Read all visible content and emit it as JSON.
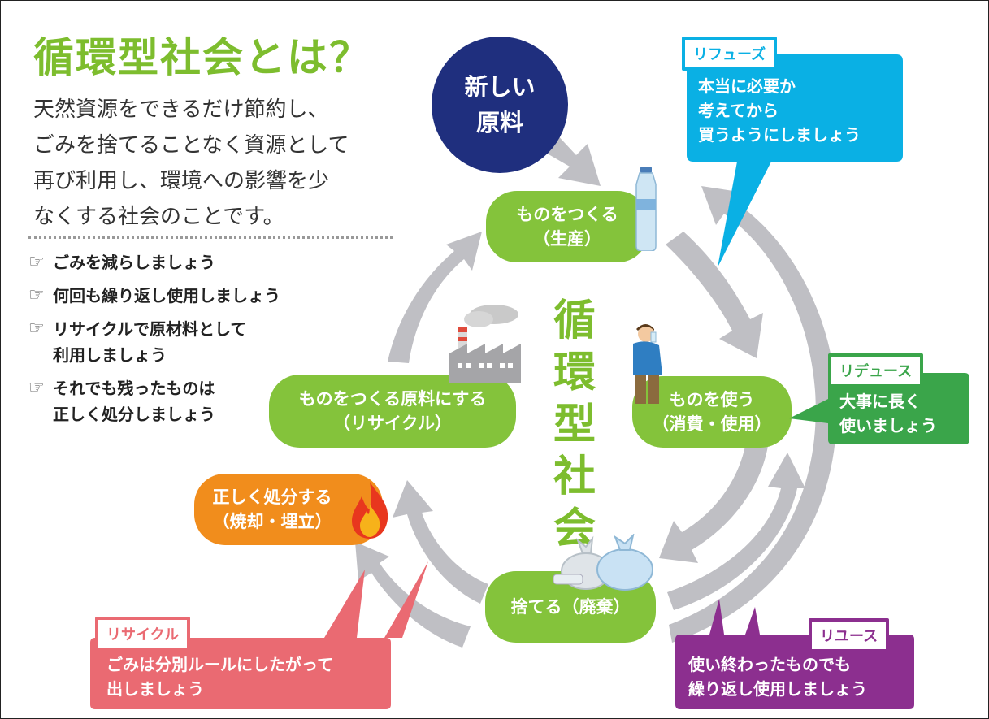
{
  "title": "循環型社会とは？",
  "lead": [
    "天然資源をできるだけ節約し、",
    "ごみを捨てることなく資源として",
    "再び利用し、環境への影響を少",
    "なくする社会のことです。"
  ],
  "tips": [
    {
      "lines": [
        "ごみを減らしましょう"
      ]
    },
    {
      "lines": [
        "何回も繰り返し使用しましょう"
      ]
    },
    {
      "lines": [
        "リサイクルで原材料として",
        "利用しましょう"
      ]
    },
    {
      "lines": [
        "それでも残ったものは",
        "正しく処分しましょう"
      ]
    }
  ],
  "center_title": [
    "循",
    "環",
    "型",
    "社",
    "会"
  ],
  "raw_material": [
    "新しい",
    "原料"
  ],
  "nodes": {
    "produce": [
      "ものをつくる",
      "（生産）"
    ],
    "use": [
      "ものを使う",
      "（消費・使用）"
    ],
    "dispose": [
      "捨てる（廃棄）"
    ],
    "recycle_material": [
      "ものをつくる原料にする",
      "（リサイクル）"
    ],
    "proper_disposal": [
      "正しく処分する",
      "（焼却・埋立）"
    ]
  },
  "callouts": {
    "refuse": {
      "tag": "リフューズ",
      "lines": [
        "本当に必要か",
        "考えてから",
        "買うようにしましょう"
      ]
    },
    "reduce": {
      "tag": "リデュース",
      "lines": [
        "大事に長く",
        "使いましょう"
      ]
    },
    "reuse": {
      "tag": "リユース",
      "lines": [
        "使い終わったものでも",
        "繰り返し使用しましょう"
      ]
    },
    "recycle": {
      "tag": "リサイクル",
      "lines": [
        "ごみは分別ルールにしたがって",
        "出しましょう"
      ]
    }
  },
  "colors": {
    "green": "#84c33b",
    "navy": "#1f2f7e",
    "orange": "#f18d1c",
    "refuse_blue": "#0ab0e4",
    "reduce_green": "#3aa54a",
    "reuse_purple": "#8c2f8f",
    "recycle_pink": "#ea6a72",
    "arrow_gray": "#bfbfc4"
  },
  "icons": [
    "pointing-hand-icon",
    "water-bottle-icon",
    "factory-icon",
    "person-drinking-icon",
    "garbage-bag-icon",
    "fire-icon"
  ]
}
